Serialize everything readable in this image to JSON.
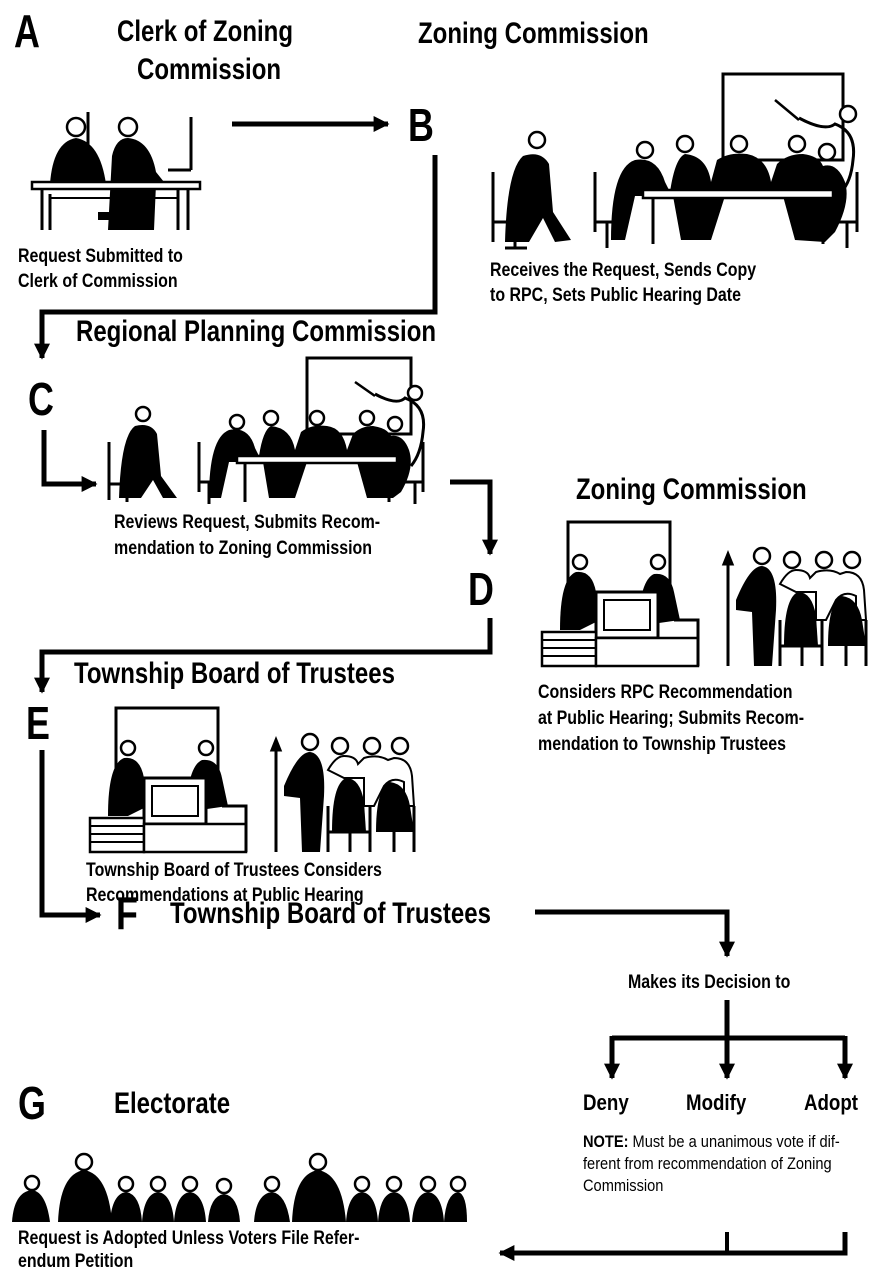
{
  "steps": [
    {
      "letter": "A",
      "title_lines": [
        "Clerk of Zoning",
        "Commission"
      ],
      "caption_lines": [
        "Request Submitted to",
        "Clerk of Commission"
      ]
    },
    {
      "letter": "B",
      "title": "Zoning Commission",
      "caption_lines": [
        "Receives the Request, Sends Copy",
        "to RPC, Sets Public Hearing Date"
      ]
    },
    {
      "letter": "C",
      "title": "Regional Planning Commission",
      "caption_lines": [
        "Reviews Request, Submits Recom-",
        "mendation to Zoning Commission"
      ]
    },
    {
      "letter": "D",
      "title": "Zoning Commission",
      "caption_lines": [
        "Considers RPC Recommendation",
        "at Public Hearing; Submits Recom-",
        "mendation to Township Trustees"
      ]
    },
    {
      "letter": "E",
      "title": "Township Board of Trustees",
      "caption_lines": [
        "Township Board of Trustees Considers",
        "Recommendations at Public Hearing"
      ]
    },
    {
      "letter": "F",
      "title": "Township Board of Trustees",
      "decision": "Makes its Decision to",
      "options": [
        "Deny",
        "Modify",
        "Adopt"
      ]
    },
    {
      "letter": "G",
      "title": "Electorate",
      "caption_lines": [
        "Request is Adopted Unless Voters File Refer-",
        "endum Petition"
      ]
    }
  ],
  "note": {
    "label": "NOTE:",
    "lines": [
      " Must be a unanimous vote if dif-",
      "ferent from recommendation of Zoning",
      "Commission"
    ]
  }
}
